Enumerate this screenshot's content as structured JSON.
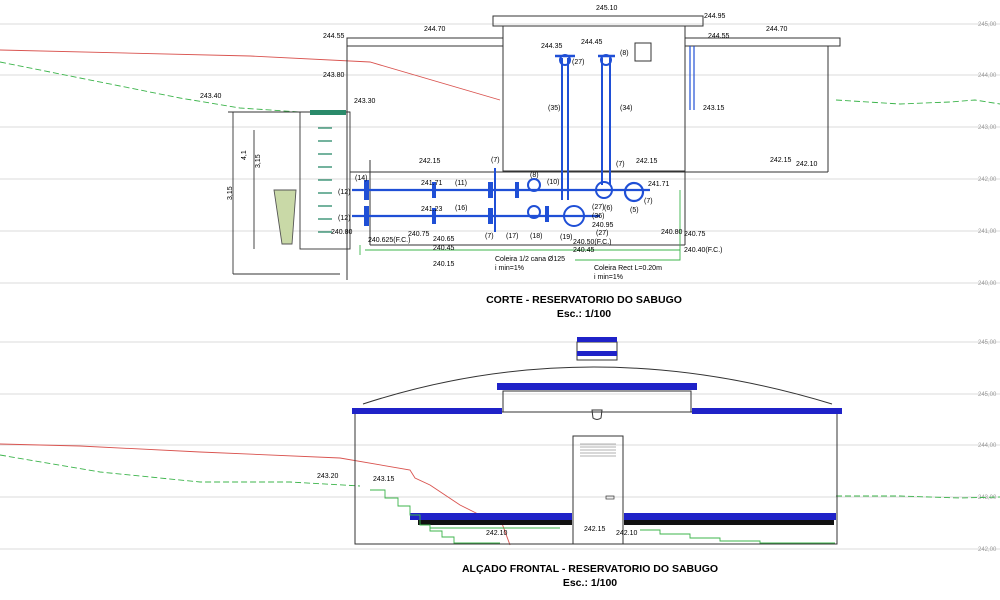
{
  "section": {
    "title": "CORTE - RESERVATORIO DO SABUGO",
    "scale": "Esc.: 1/100",
    "axis_labels": [
      "245,00",
      "244,00",
      "243,00",
      "242,00",
      "241,00",
      "240,00"
    ],
    "levels": [
      "245.10",
      "244.95",
      "244.70",
      "244.55",
      "244.70",
      "244.55",
      "244.35",
      "244.45",
      "243.80",
      "243.40",
      "243.30",
      "243.15",
      "242.15",
      "242.15",
      "242.15",
      "242.10",
      "241.71",
      "241.23",
      "241.71",
      "240.80",
      "240.625(F.C.)",
      "240.75",
      "240.65",
      "240.45",
      "240.15",
      "240.50(F.C.)",
      "240.45",
      "240.95",
      "240.80",
      "240.75",
      "240.40(F.C.)"
    ],
    "numbers": [
      "(27)",
      "(8)",
      "(35)",
      "(34)",
      "(7)",
      "(7)",
      "(8)",
      "(10)",
      "(14)",
      "(11)",
      "(12)",
      "(16)",
      "(12)",
      "(7)",
      "(17)",
      "(18)",
      "(19)",
      "(27)",
      "(36)",
      "(27)",
      "(6)",
      "(5)",
      "(7)"
    ],
    "dims": [
      "4,1",
      "3,15",
      "3,15"
    ],
    "notes": [
      "Coleira 1/2 cana Ø125",
      "i min=1%",
      "Coleira Rect L=0.20m",
      "i min=1%"
    ]
  },
  "elevation": {
    "title": "ALÇADO FRONTAL - RESERVATORIO DO SABUGO",
    "scale": "Esc.: 1/100",
    "axis_labels": [
      "245,00",
      "245,00",
      "244,00",
      "243,00",
      "242,00"
    ],
    "levels": [
      "243.20",
      "243.15",
      "242.10",
      "242.15",
      "242.10"
    ]
  },
  "colors": {
    "pipe": "#1f4fd6",
    "terrain_red": "#d9534f",
    "terrain_green": "#3cb44b",
    "grid": "#c8c8c8"
  }
}
